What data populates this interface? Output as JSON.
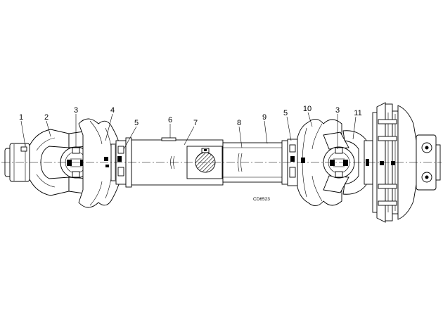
{
  "diagram": {
    "callouts": [
      "1",
      "2",
      "3",
      "4",
      "5",
      "6",
      "7",
      "8",
      "9",
      "5",
      "10",
      "3",
      "11"
    ],
    "drawing_code": "CD6523"
  }
}
